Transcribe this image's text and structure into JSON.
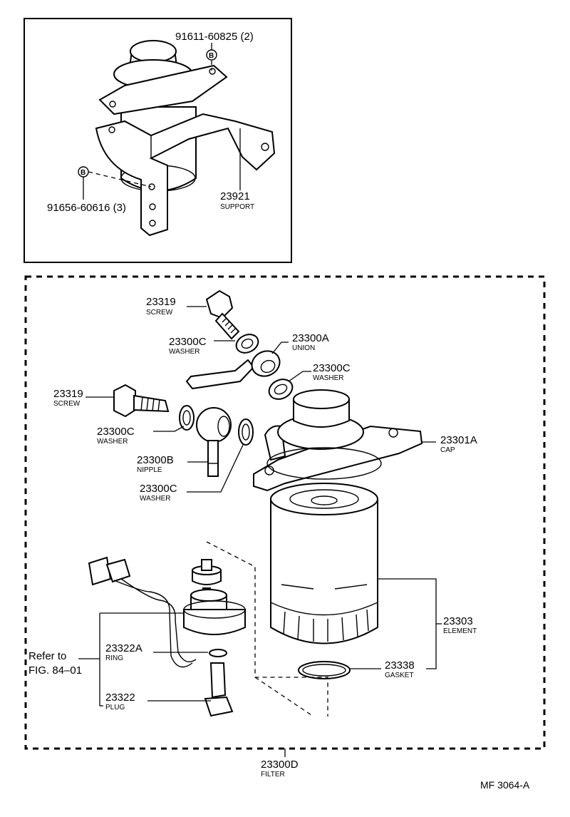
{
  "inset": {
    "callouts": [
      {
        "id": "bolt_top",
        "part": "91611-60825 (2)",
        "name": ""
      },
      {
        "id": "bolt_left",
        "part": "91656-60616 (3)",
        "name": ""
      },
      {
        "id": "support",
        "part": "23921",
        "name": "SUPPORT"
      }
    ],
    "marker_letter": "B"
  },
  "main": {
    "callouts": [
      {
        "id": "screw_top",
        "part": "23319",
        "name": "SCREW"
      },
      {
        "id": "washer_1",
        "part": "23300C",
        "name": "WASHER"
      },
      {
        "id": "union",
        "part": "23300A",
        "name": "UNION"
      },
      {
        "id": "washer_2",
        "part": "23300C",
        "name": "WASHER"
      },
      {
        "id": "screw_left",
        "part": "23319",
        "name": "SCREW"
      },
      {
        "id": "washer_3",
        "part": "23300C",
        "name": "WASHER"
      },
      {
        "id": "nipple",
        "part": "23300B",
        "name": "NIPPLE"
      },
      {
        "id": "washer_4",
        "part": "23300C",
        "name": "WASHER"
      },
      {
        "id": "cap",
        "part": "23301A",
        "name": "CAP"
      },
      {
        "id": "element",
        "part": "23303",
        "name": "ELEMENT"
      },
      {
        "id": "gasket",
        "part": "23338",
        "name": "GASKET"
      },
      {
        "id": "ring",
        "part": "23322A",
        "name": "RING"
      },
      {
        "id": "plug",
        "part": "23322",
        "name": "PLUG"
      },
      {
        "id": "filter",
        "part": "23300D",
        "name": "FILTER"
      }
    ],
    "reference": {
      "line1": "Refer to",
      "line2": "FIG. 84–01"
    }
  },
  "footer": {
    "code": "MF 3064-A"
  }
}
